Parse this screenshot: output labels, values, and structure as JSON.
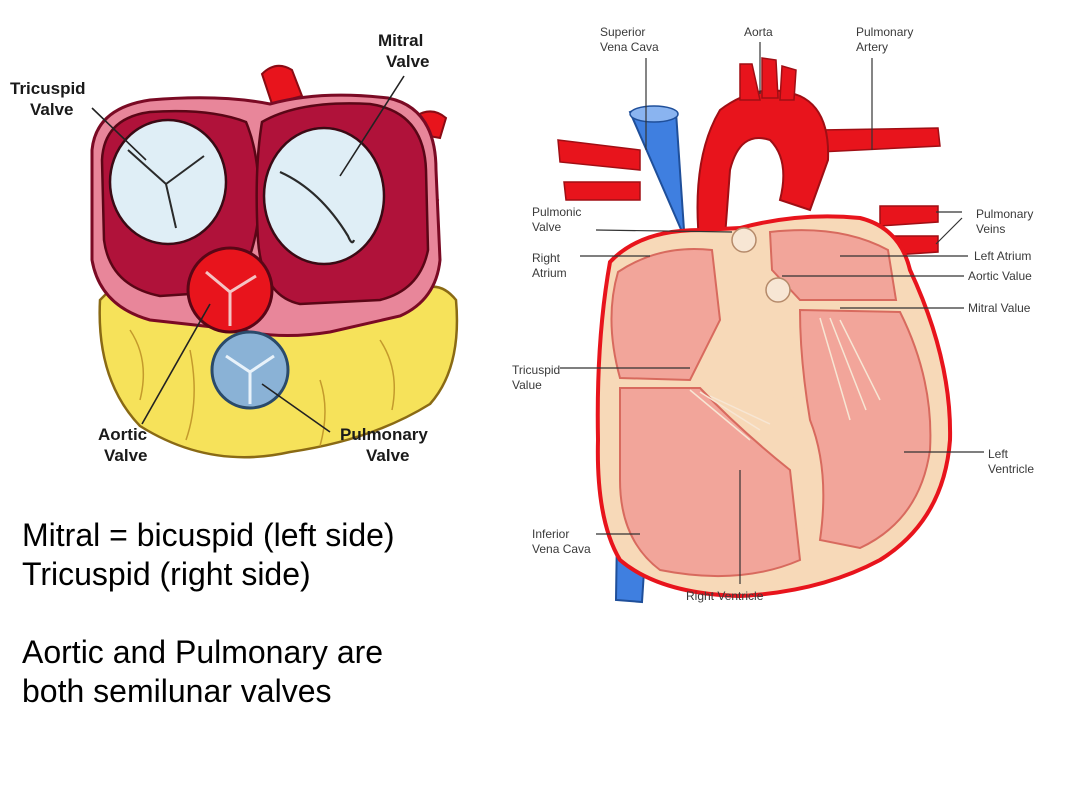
{
  "valve_view": {
    "labels": {
      "tricuspid": [
        "Tricuspid",
        "Valve"
      ],
      "mitral": [
        "Mitral",
        "Valve"
      ],
      "aortic": [
        "Aortic",
        "Valve"
      ],
      "pulmonary": [
        "Pulmonary",
        "Valve"
      ]
    }
  },
  "heart_section": {
    "labels": {
      "superior_vena_cava": [
        "Superior",
        "Vena Cava"
      ],
      "aorta": [
        "Aorta"
      ],
      "pulmonary_artery": [
        "Pulmonary",
        "Artery"
      ],
      "pulmonic_valve": [
        "Pulmonic",
        "Valve"
      ],
      "pulmonary_veins": [
        "Pulmonary",
        "Veins"
      ],
      "right_atrium": [
        "Right",
        "Atrium"
      ],
      "left_atrium": [
        "Left Atrium"
      ],
      "aortic_value": [
        "Aortic Value"
      ],
      "mitral_value": [
        "Mitral Value"
      ],
      "tricuspid_value": [
        "Tricuspid",
        "Value"
      ],
      "left_ventricle": [
        "Left",
        "Ventricle"
      ],
      "inferior_vena_cava": [
        "Inferior",
        "Vena Cava"
      ],
      "right_ventricle": [
        "Right Ventricle"
      ]
    }
  },
  "notes": {
    "line1": "Mitral = bicuspid (left side)",
    "line2": "Tricuspid (right side)",
    "line3": "Aortic and Pulmonary are",
    "line4": "both semilunar valves"
  },
  "colors": {
    "muscle_dark": "#b0123a",
    "muscle_pink": "#e8869a",
    "fat_yellow": "#f6e25a",
    "valve_blue": "#dfeef6",
    "artery_red": "#e8141c",
    "vein_blue": "#3f7fe0",
    "chamber_pink": "#f2a59a"
  }
}
